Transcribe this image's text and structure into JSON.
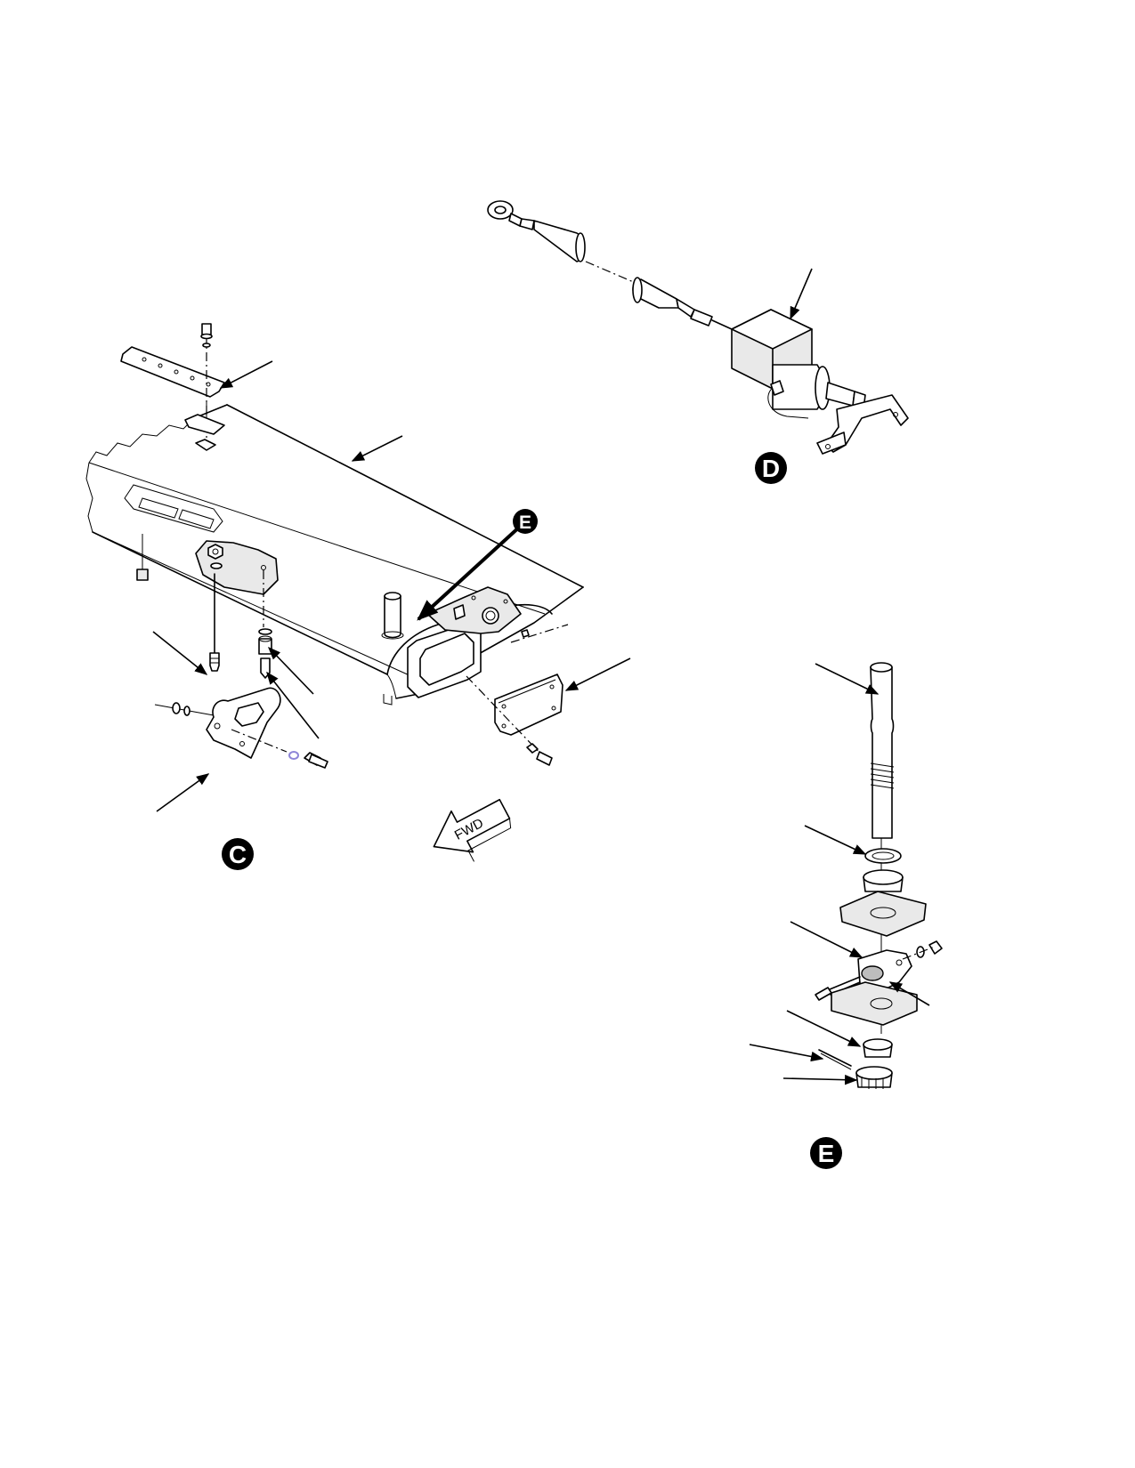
{
  "figure": {
    "detail_labels": {
      "c": "C",
      "d": "D",
      "e": "E",
      "e_reference": "E"
    },
    "direction_arrow": {
      "label": "FWD"
    },
    "colors": {
      "line": "#000000",
      "shade": "#e9e9e9",
      "oring": "#8e86d8"
    }
  }
}
